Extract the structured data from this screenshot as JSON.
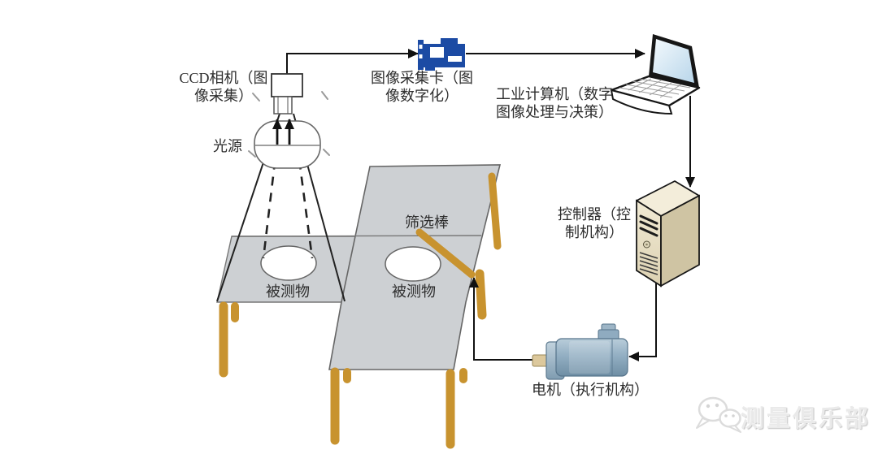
{
  "diagram": {
    "type": "machine-vision-sorting-system",
    "nodes": {
      "camera": {
        "label_line1": "CCD相机（图",
        "label_line2": "像采集）"
      },
      "capture_card": {
        "label_line1": "图像采集卡（图",
        "label_line2": "像数字化）"
      },
      "computer": {
        "label_line1": "工业计算机（数字",
        "label_line2": "图像处理与决策）"
      },
      "controller": {
        "label_line1": "控制器（控",
        "label_line2": "制机构）"
      },
      "motor": {
        "label": "电机（执行机构）"
      },
      "light_source": {
        "label": "光源"
      },
      "selection_rod": {
        "label": "筛选棒"
      },
      "object_left": {
        "label": "被测物"
      },
      "object_right": {
        "label": "被测物"
      }
    },
    "colors": {
      "capture_card_blue": "#1c4ba4",
      "table_gray": "#cdd0d3",
      "leg_gold": "#c8932f",
      "motor_blue": "#8fabc0",
      "tower_beige": "#eae2ca",
      "line_black": "#111111"
    }
  },
  "watermark": {
    "text": "测量俱乐部"
  }
}
